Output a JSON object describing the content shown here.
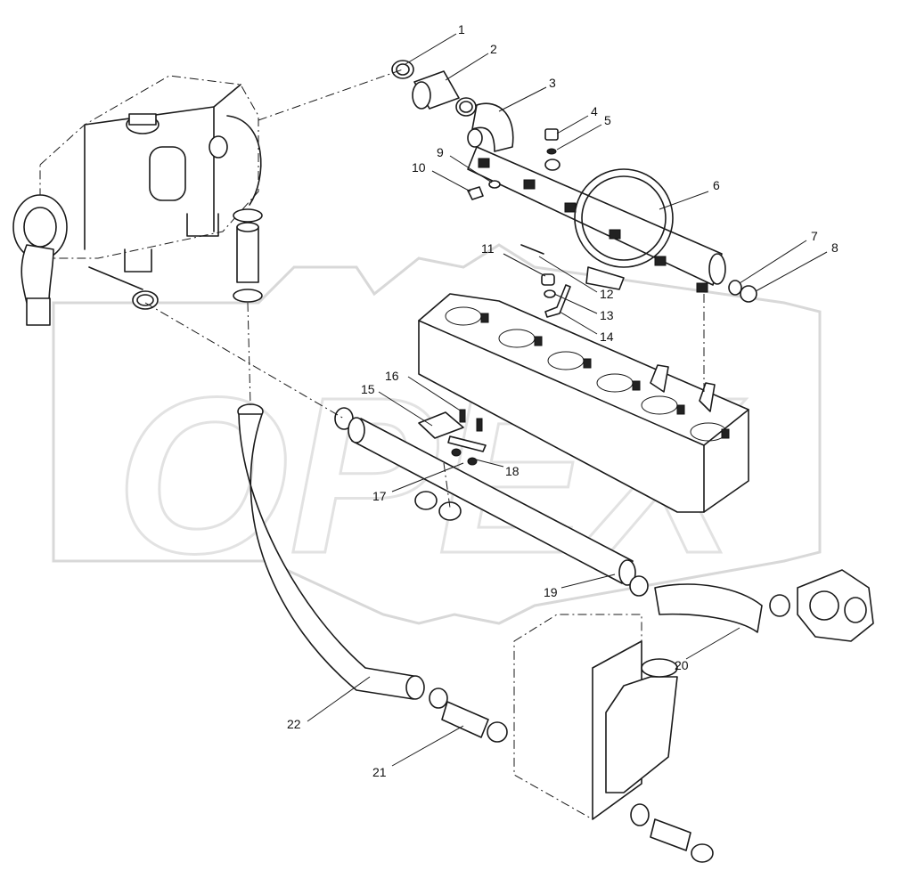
{
  "diagram": {
    "watermark_text": "OPEX",
    "callouts": [
      {
        "id": "1",
        "label": "1"
      },
      {
        "id": "2",
        "label": "2"
      },
      {
        "id": "3",
        "label": "3"
      },
      {
        "id": "4",
        "label": "4"
      },
      {
        "id": "5",
        "label": "5"
      },
      {
        "id": "6",
        "label": "6"
      },
      {
        "id": "7",
        "label": "7"
      },
      {
        "id": "8",
        "label": "8"
      },
      {
        "id": "9",
        "label": "9"
      },
      {
        "id": "10",
        "label": "10"
      },
      {
        "id": "11",
        "label": "11"
      },
      {
        "id": "12",
        "label": "12"
      },
      {
        "id": "13",
        "label": "13"
      },
      {
        "id": "14",
        "label": "14"
      },
      {
        "id": "15",
        "label": "15"
      },
      {
        "id": "16",
        "label": "16"
      },
      {
        "id": "17",
        "label": "17"
      },
      {
        "id": "18",
        "label": "18"
      },
      {
        "id": "19",
        "label": "19"
      },
      {
        "id": "20",
        "label": "20"
      },
      {
        "id": "21",
        "label": "21"
      },
      {
        "id": "22",
        "label": "22"
      }
    ]
  }
}
